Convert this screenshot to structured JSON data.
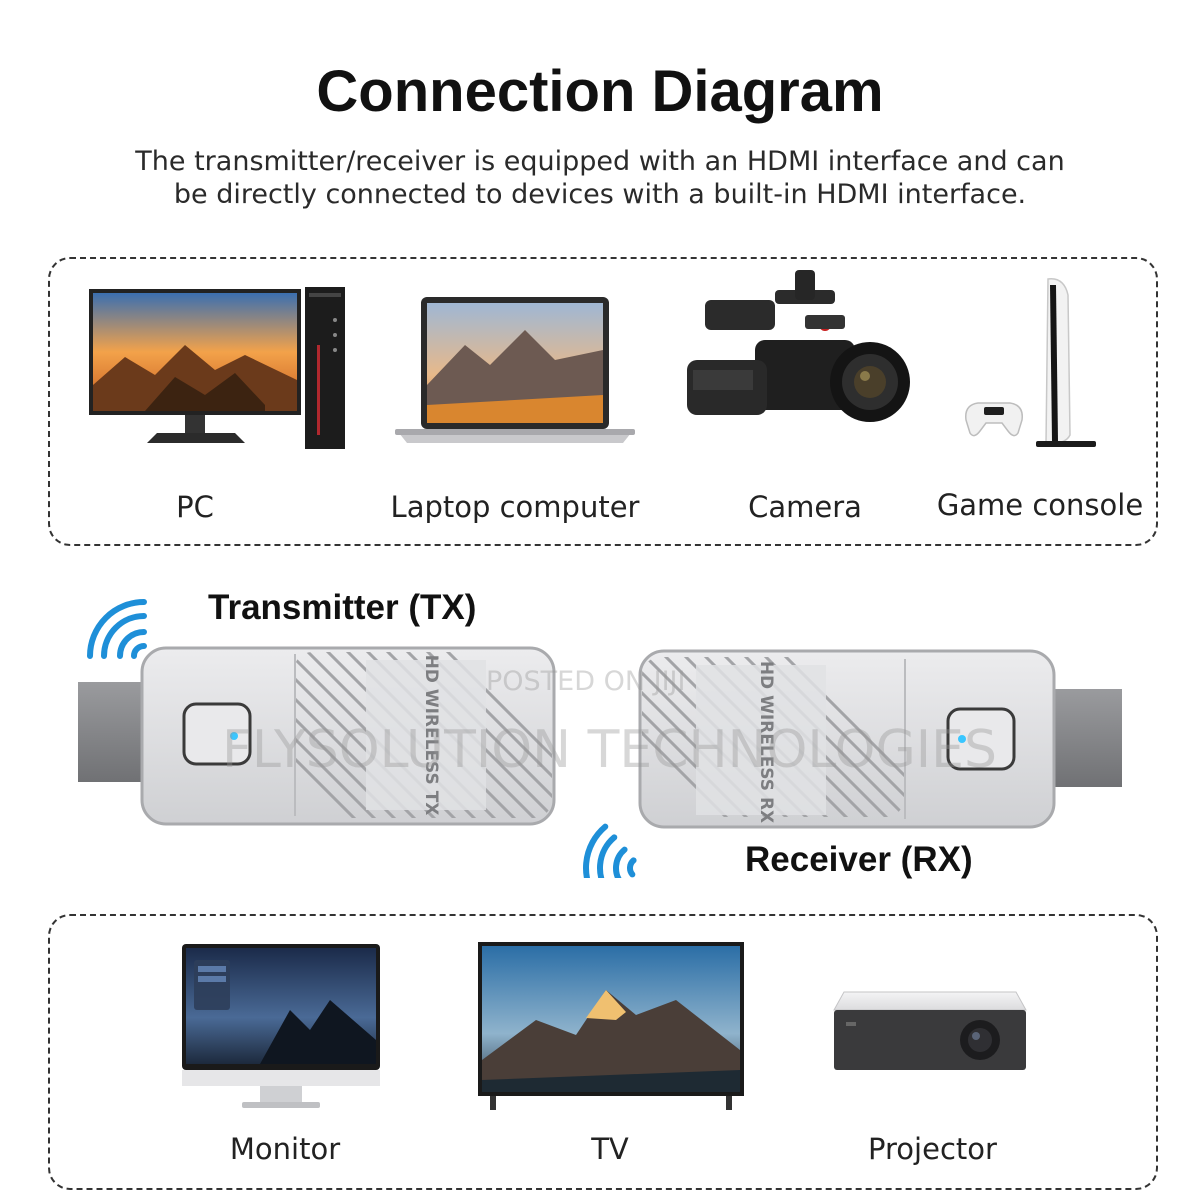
{
  "header": {
    "title": "Connection Diagram",
    "subtitle_line1": "The transmitter/receiver is equipped with an HDMI interface and can",
    "subtitle_line2": "be directly connected to devices with a built-in HDMI interface."
  },
  "source_devices": [
    {
      "label": "PC",
      "icon": "pc-icon"
    },
    {
      "label": "Laptop computer",
      "icon": "laptop-icon"
    },
    {
      "label": "Camera",
      "icon": "camera-icon"
    },
    {
      "label": "Game console",
      "icon": "game-console-icon"
    }
  ],
  "transmitter": {
    "label": "Transmitter (TX)",
    "engraving": "HD WIRELESS TX",
    "icon": "wifi-icon"
  },
  "receiver": {
    "label": "Receiver (RX)",
    "engraving": "HD WIRELESS RX",
    "icon": "wifi-icon"
  },
  "display_devices": [
    {
      "label": "Monitor",
      "icon": "monitor-icon"
    },
    {
      "label": "TV",
      "icon": "tv-icon"
    },
    {
      "label": "Projector",
      "icon": "projector-icon"
    }
  ],
  "watermark": {
    "line1": "POSTED ON JIJI",
    "line2": "FLYSOLUTION TECHNOLOGIES"
  },
  "colors": {
    "signal_blue": "#1e8fd8",
    "device_silver": "#d9dadc",
    "panel_border": "#333333"
  }
}
